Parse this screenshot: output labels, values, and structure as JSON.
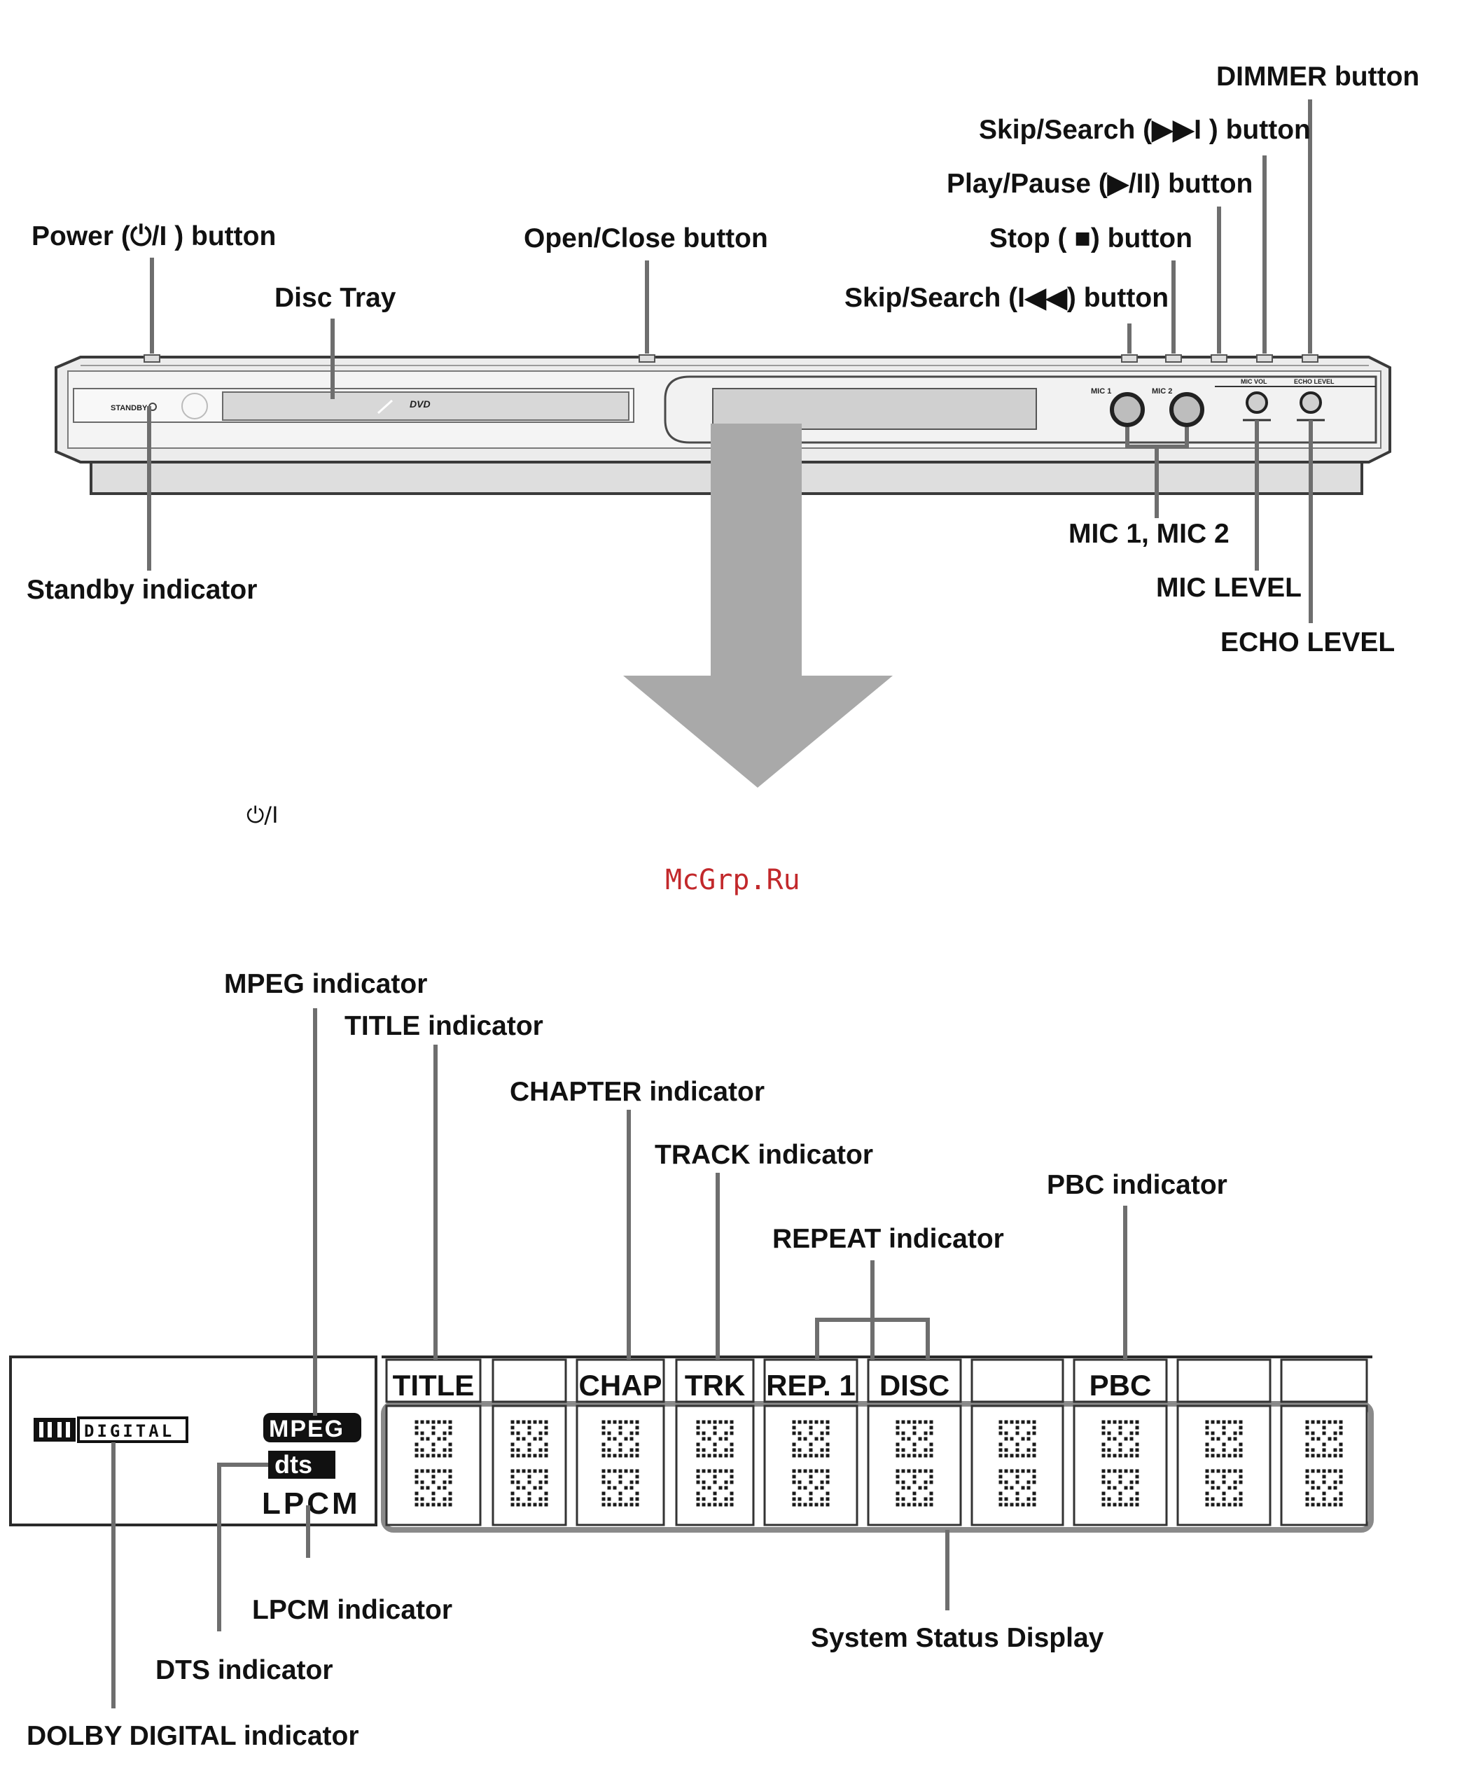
{
  "front_panel": {
    "labels": {
      "power": "Power (⏻/I ) button",
      "open_close": "Open/Close button",
      "disc_tray": "Disc Tray",
      "standby": "Standby indicator",
      "dimmer": "DIMMER button",
      "skip_fwd": "Skip/Search (▶▶I ) button",
      "play_pause": "Play/Pause (▶/II) button",
      "stop": "Stop ( ■) button",
      "skip_back": "Skip/Search (I◀◀) button",
      "mic": "MIC 1, MIC 2",
      "mic_level": "MIC LEVEL",
      "echo_level": "ECHO LEVEL"
    },
    "device_text": {
      "standby": "STANDBY",
      "mic1": "MIC 1",
      "mic2": "MIC 2",
      "mic_vol": "MIC VOL",
      "echo_level": "ECHO LEVEL",
      "dvd": "DVD"
    },
    "power_symbol": "⏻/I"
  },
  "watermark": "McGrp.Ru",
  "display": {
    "labels": {
      "mpeg": "MPEG indicator",
      "title": "TITLE indicator",
      "chapter": "CHAPTER indicator",
      "track": "TRACK indicator",
      "repeat": "REPEAT indicator",
      "pbc": "PBC indicator",
      "lpcm": "LPCM indicator",
      "dts": "DTS indicator",
      "dolby": "DOLBY DIGITAL indicator",
      "status": "System Status Display"
    },
    "badges": {
      "dolby": "DIGITAL",
      "mpeg": "MPEG",
      "dts": "dts",
      "lpcm": "LPCM"
    },
    "cells": [
      "TITLE",
      "",
      "CHAP",
      "TRK",
      "REP. 1",
      "DISC",
      "",
      "PBC",
      "",
      ""
    ]
  },
  "colors": {
    "label": "#111111",
    "leader": "#6e6e6e",
    "arrow": "#a9a9a9",
    "watermark": "#c2282b",
    "device_body": "#e4e4e4"
  }
}
